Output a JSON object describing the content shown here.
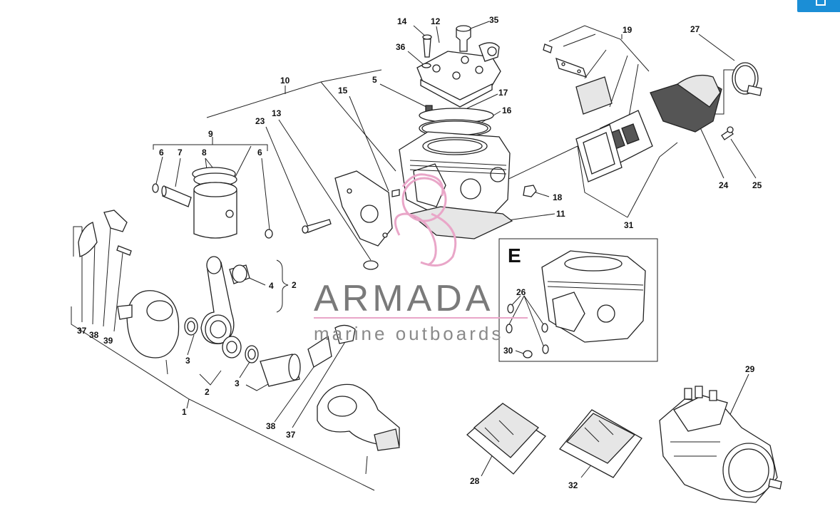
{
  "labels": {
    "l1": "1",
    "l2a": "2",
    "l2b": "2",
    "l3a": "3",
    "l3b": "3",
    "l4": "4",
    "l5": "5",
    "l6a": "6",
    "l6b": "6",
    "l7": "7",
    "l8": "8",
    "l9": "9",
    "l10": "10",
    "l11": "11",
    "l12": "12",
    "l13": "13",
    "l14": "14",
    "l15": "15",
    "l16": "16",
    "l17": "17",
    "l18": "18",
    "l19": "19",
    "l23": "23",
    "l24": "24",
    "l25": "25",
    "l26": "26",
    "l27": "27",
    "l28": "28",
    "l29": "29",
    "l30": "30",
    "l31": "31",
    "l32": "32",
    "l35": "35",
    "l36": "36",
    "l37a": "37",
    "l37b": "37",
    "l38a": "38",
    "l38b": "38",
    "l39": "39"
  },
  "inset": {
    "letter": "E"
  },
  "watermark": {
    "brand": "ARMADA",
    "tagline": "marine outboards",
    "brand_color": "#e9a6c8"
  },
  "corner_button": {
    "icon": "download-icon",
    "color": "#1b8ed6"
  }
}
